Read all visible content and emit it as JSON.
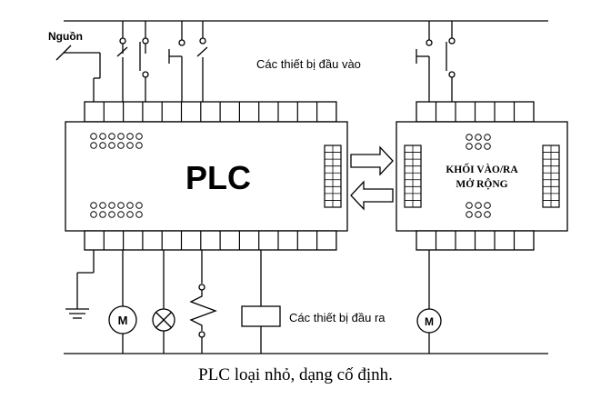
{
  "labels": {
    "power": "Nguồn",
    "inputs": "Các thiết bị đầu vào",
    "plc": "PLC",
    "expansion_line1": "KHỐI VÀO/RA",
    "expansion_line2": "MỞ RỘNG",
    "outputs": "Các thiết bị đầu ra",
    "motor_left": "M",
    "motor_right": "M"
  },
  "caption": "PLC loại nhỏ, dạng cố định."
}
